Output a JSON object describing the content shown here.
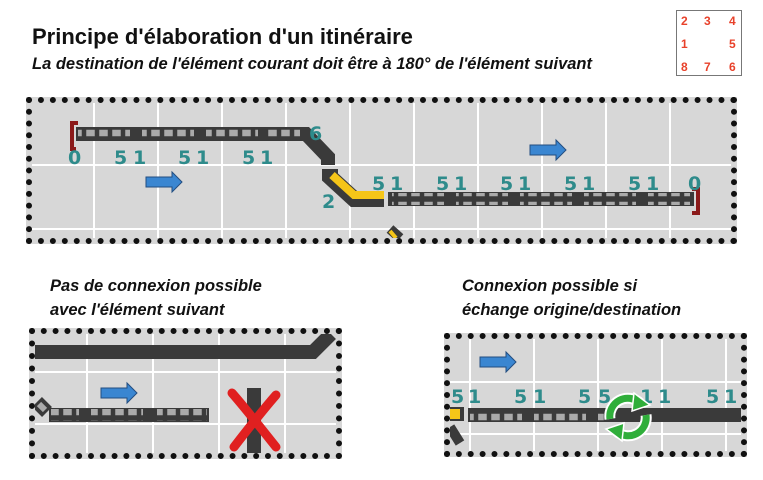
{
  "header": {
    "title": "Principe d'élaboration d'un itinéraire",
    "subtitle": "La destination de l'élément courant doit être à 180° de l'élément suivant"
  },
  "legend": {
    "positions": [
      "2",
      "3",
      "4",
      "1",
      "5",
      "8",
      "7",
      "6"
    ]
  },
  "top_panel": {
    "row1_labels": [
      "0",
      "5",
      "1",
      "5",
      "1",
      "5",
      "1",
      "6"
    ],
    "row2_labels": [
      "2",
      "5",
      "1",
      "5",
      "1",
      "5",
      "1",
      "5",
      "1",
      "5",
      "1",
      "0"
    ]
  },
  "panel_left": {
    "caption_line1": "Pas de connexion possible",
    "caption_line2": "avec l'élément suivant"
  },
  "panel_right": {
    "caption_line1": "Connexion possible si",
    "caption_line2": "échange origine/destination",
    "labels": [
      "5",
      "1",
      "5",
      "1",
      "5",
      "5",
      "1",
      "1",
      "5",
      "1"
    ]
  },
  "colors": {
    "track": "#3a3a3a",
    "highlight": "#f5c518",
    "label": "#2e8b8b",
    "arrow": "#3a86d1",
    "cross": "#e02020",
    "swap": "#2fae3a",
    "end_stop": "#8b1a1a",
    "legend_text": "#e8412a"
  },
  "icons": [
    "arrow-right-icon",
    "cross-icon",
    "swap-arrows-icon"
  ]
}
